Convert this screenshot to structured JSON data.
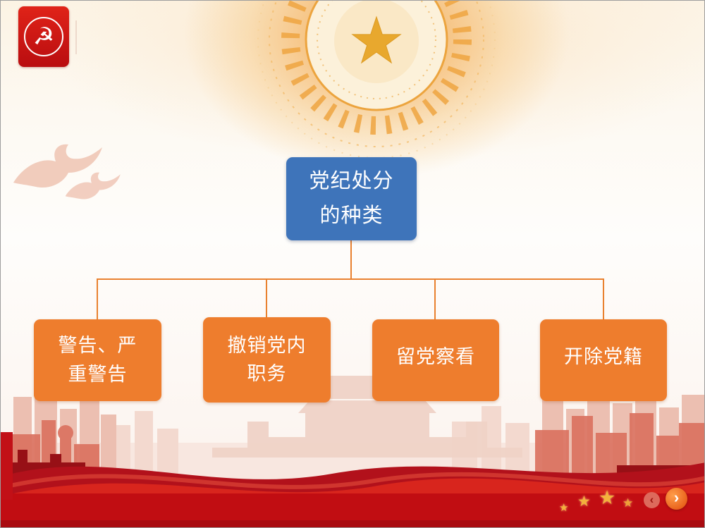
{
  "diagram": {
    "type": "hierarchy",
    "root": {
      "lines": [
        "党纪处分",
        "的种类"
      ]
    },
    "branches": [
      {
        "id": "warning",
        "lines": [
          "警告、严",
          "重警告"
        ]
      },
      {
        "id": "removal",
        "lines": [
          "撤销党内",
          "职务"
        ]
      },
      {
        "id": "probation",
        "lines": [
          "留党察看"
        ]
      },
      {
        "id": "expulsion",
        "lines": [
          "开除党籍"
        ]
      }
    ]
  },
  "icons": {
    "party_emblem": "☭",
    "star": "★",
    "prev": "‹",
    "next": "›"
  },
  "colors": {
    "root_fill": "#3E74BA",
    "branch_fill": "#EE7D2D",
    "connector": "#E9812F",
    "footer_red": "#C10D12",
    "ribbon_bright": "#D8251D",
    "gold": "#E8A82E",
    "emblem_red": "#C8161A"
  }
}
